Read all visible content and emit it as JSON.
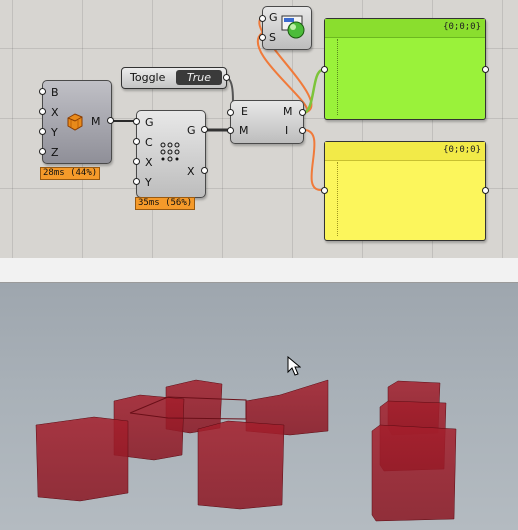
{
  "colors": {
    "canvas_bg": "#d7d5d1",
    "panel_green": "#9af23a",
    "panel_yellow": "#fcf65c",
    "wire_orange": "#f07a3a",
    "wire_green": "#7cc43a",
    "timing_orange": "#f59a2a",
    "box_red": "#9b1e2a"
  },
  "box_comp": {
    "inputs": [
      "B",
      "X",
      "Y",
      "Z"
    ],
    "output": "M",
    "icon": "box-icon",
    "timing": "28ms (44%)"
  },
  "pop_comp": {
    "inputs": [
      "G",
      "C",
      "X",
      "Y"
    ],
    "outputs": [
      "G",
      "X"
    ],
    "icon": "populate-dots-icon",
    "timing": "35ms (56%)"
  },
  "toggle": {
    "label": "Toggle",
    "value": "True"
  },
  "cull_comp": {
    "inputs": [
      "E",
      "M"
    ],
    "outputs": [
      "M",
      "I"
    ]
  },
  "preview_comp": {
    "inputs": [
      "G",
      "S"
    ],
    "icon": "preview-sphere-icon"
  },
  "panel_top": {
    "header": "{0;0;0}"
  },
  "panel_bottom": {
    "header": "{0;0;0}"
  },
  "viewport": {
    "cursor_icon": "mouse-pointer-icon"
  }
}
